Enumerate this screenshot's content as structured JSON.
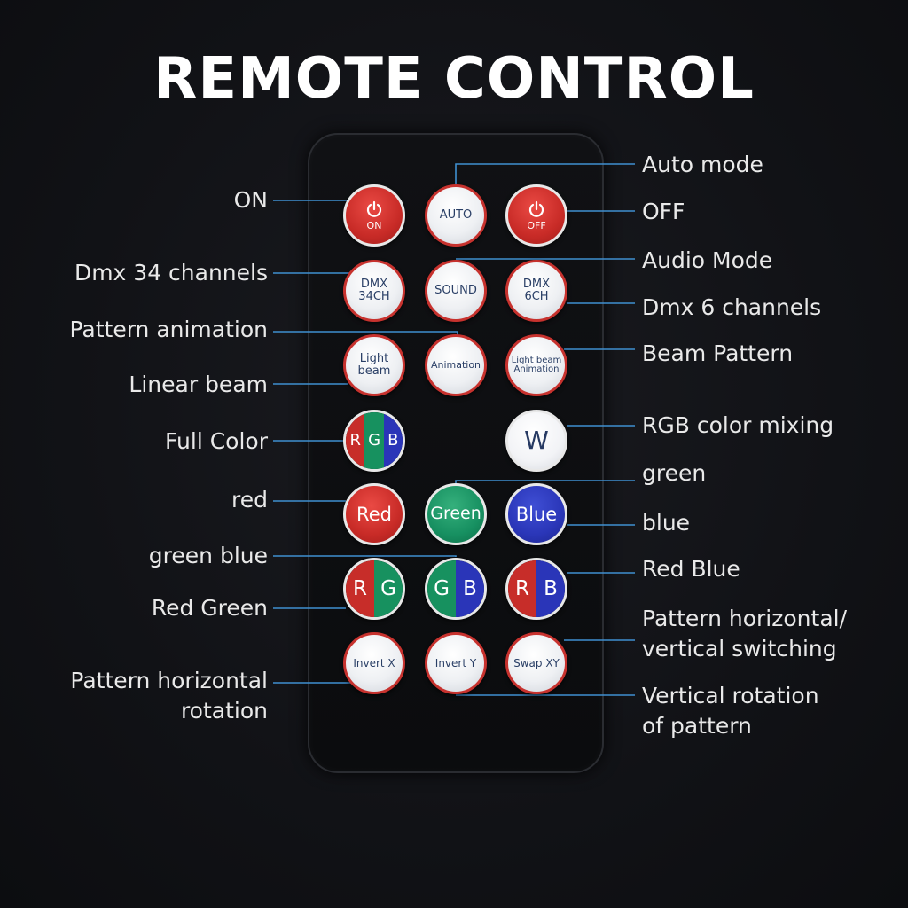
{
  "title": "REMOTE CONTROL",
  "buttons": {
    "on": "ON",
    "auto": "AUTO",
    "off": "OFF",
    "dmx34_line1": "DMX",
    "dmx34_line2": "34CH",
    "sound": "SOUND",
    "dmx6_line1": "DMX",
    "dmx6_line2": "6CH",
    "light_beam_line1": "Light",
    "light_beam_line2": "beam",
    "animation": "Animation",
    "light_beam_anim_line1": "Light beam",
    "light_beam_anim_line2": "Animation",
    "full_r": "R",
    "full_g": "G",
    "full_b": "B",
    "w": "W",
    "red": "Red",
    "green": "Green",
    "blue": "Blue",
    "rg_r": "R",
    "rg_g": "G",
    "gb_g": "G",
    "gb_b": "B",
    "rb_r": "R",
    "rb_b": "B",
    "invert_x": "Invert X",
    "invert_y": "Invert Y",
    "swap_xy": "Swap XY"
  },
  "labels_left": {
    "on": "ON",
    "dmx34": "Dmx 34 channels",
    "pattern_animation": "Pattern animation",
    "linear_beam": "Linear beam",
    "full_color": "Full Color",
    "red": "red",
    "green_blue": "green blue",
    "red_green": "Red Green",
    "pattern_h_rotation_line1": "Pattern horizontal",
    "pattern_h_rotation_line2": "rotation"
  },
  "labels_right": {
    "auto_mode": "Auto mode",
    "off": "OFF",
    "audio_mode": "Audio Mode",
    "dmx6": "Dmx 6 channels",
    "beam_pattern": "Beam Pattern",
    "rgb_mixing": "RGB color mixing",
    "green": "green",
    "blue": "blue",
    "red_blue": "Red Blue",
    "pattern_hv_switch_line1": "Pattern horizontal/",
    "pattern_hv_switch_line2": "vertical switching",
    "vertical_rotation_line1": "Vertical rotation",
    "vertical_rotation_line2": "of pattern"
  },
  "colors": {
    "background": "#111216",
    "callout_line": "#3f8fd0",
    "button_red": "#c82b27",
    "button_green": "#179061",
    "button_blue": "#2a36b8",
    "button_rim": "#c7322e",
    "label_text": "#e9e9e9"
  }
}
